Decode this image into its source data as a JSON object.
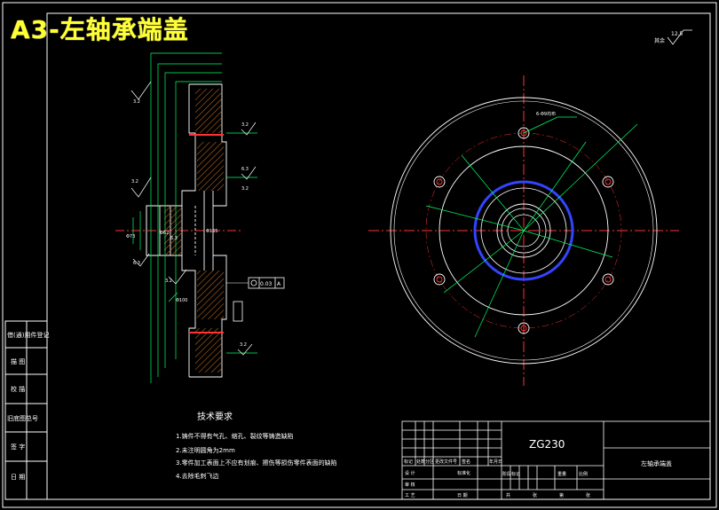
{
  "header": {
    "title": "A3-左轴承端盖"
  },
  "colors": {
    "background": "#000000",
    "outline": "#ffffff",
    "dimension": "#00ff66",
    "centerline": "#ff3333",
    "hidden": "#4444ff",
    "accent": "#ffff33"
  },
  "drawing": {
    "material": "ZG230",
    "part_name": "左轴承端盖",
    "roughness_note": "其余",
    "roughness_value": "12.5",
    "hole_callout": "6-Φ9均布",
    "datum_box": "A",
    "tolerance_frame": "0.03",
    "section_dims": [
      "3.2",
      "3.2",
      "6.3",
      "3.2",
      "3.2",
      "6.3",
      "3.2",
      "3.2",
      "6.3"
    ],
    "section_diameters": [
      "Φ73",
      "Φ165",
      "Φ62",
      "Φ100"
    ]
  },
  "side_stamp": {
    "cells": [
      "借(通)用件登记",
      "描 图",
      "校 描",
      "旧底图总号",
      "签 字",
      "日 期"
    ]
  },
  "notes": {
    "title": "技术要求",
    "items": [
      "1.铸件不得有气孔、缩孔、裂纹等铸造缺陷",
      "2.未注明圆角为2mm",
      "3.零件加工表面上不应有划痕、擦伤等损伤零件表面的缺陷",
      "4.去除毛刺飞边"
    ]
  },
  "title_block": {
    "designer_label": "设 计",
    "standard_label": "标准化",
    "approve_label": "审 核",
    "craft_label": "工 艺",
    "date_label": "日 期",
    "marks_labels": [
      "标记",
      "处数",
      "分区",
      "更改文件号",
      "签名",
      "年月日"
    ],
    "stage_labels": [
      "阶段标记",
      "重量",
      "比例"
    ],
    "sheet_labels": [
      "共",
      "张",
      "第",
      "张"
    ]
  }
}
